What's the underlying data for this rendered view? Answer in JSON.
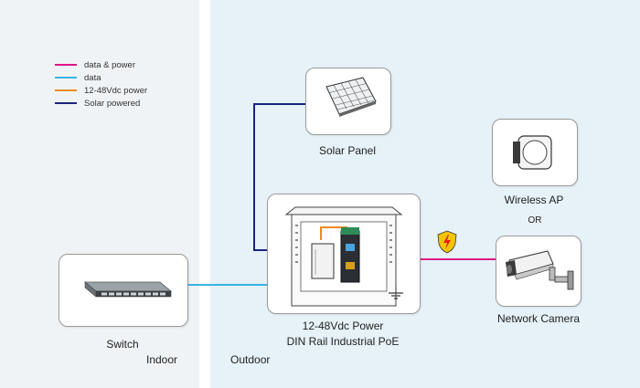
{
  "legend": [
    {
      "label": "data & power",
      "color": "#e0148a"
    },
    {
      "label": "data",
      "color": "#3ab4e6"
    },
    {
      "label": "12-48Vdc power",
      "color": "#f08a1e"
    },
    {
      "label": "Solar powered",
      "color": "#1a237e"
    }
  ],
  "devices": {
    "switch": "Switch",
    "solar_panel": "Solar Panel",
    "poe_line1": "12-48Vdc Power",
    "poe_line2": "DIN Rail Industrial PoE",
    "wireless_ap": "Wireless AP",
    "or_text": "OR",
    "network_camera": "Network Camera"
  },
  "zones": {
    "indoor": "Indoor",
    "outdoor": "Outdoor"
  },
  "colors": {
    "indoor_bg": "#f0f3f5",
    "outdoor_bg": "#e6f2f8",
    "device_green": "#2e8b57",
    "surge_shield": "#f5c400"
  }
}
